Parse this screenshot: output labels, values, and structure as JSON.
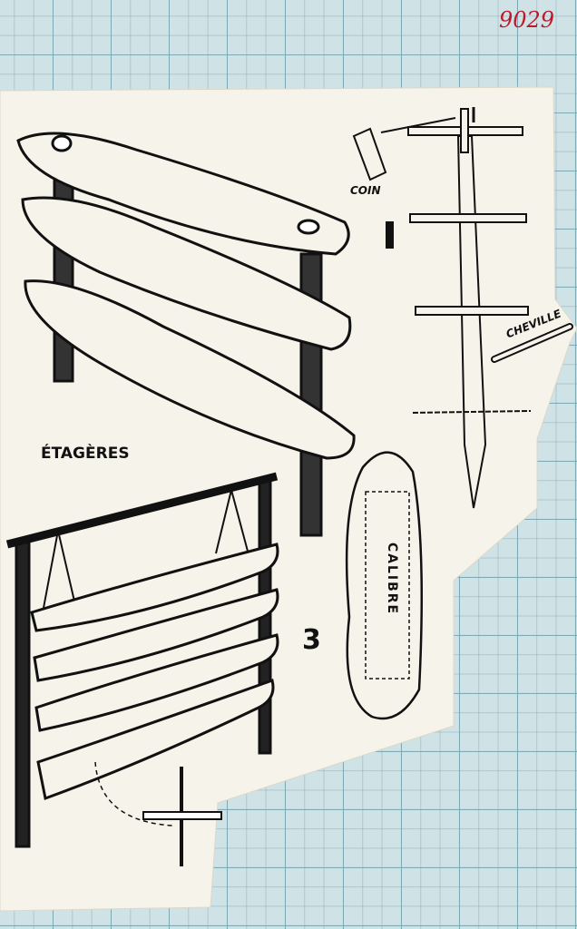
{
  "archive_number": "9029",
  "labels": {
    "title": "ÉTAGÈRES",
    "coin": "COIN",
    "cheville": "CHEVILLE",
    "calibre": "CALIBRE",
    "figure_1": "1",
    "figure_3": "3"
  },
  "colors": {
    "paper": "#f6f3ea",
    "grid": "#cfe2e6",
    "ink": "#111111",
    "annotation": "#c0182a"
  }
}
